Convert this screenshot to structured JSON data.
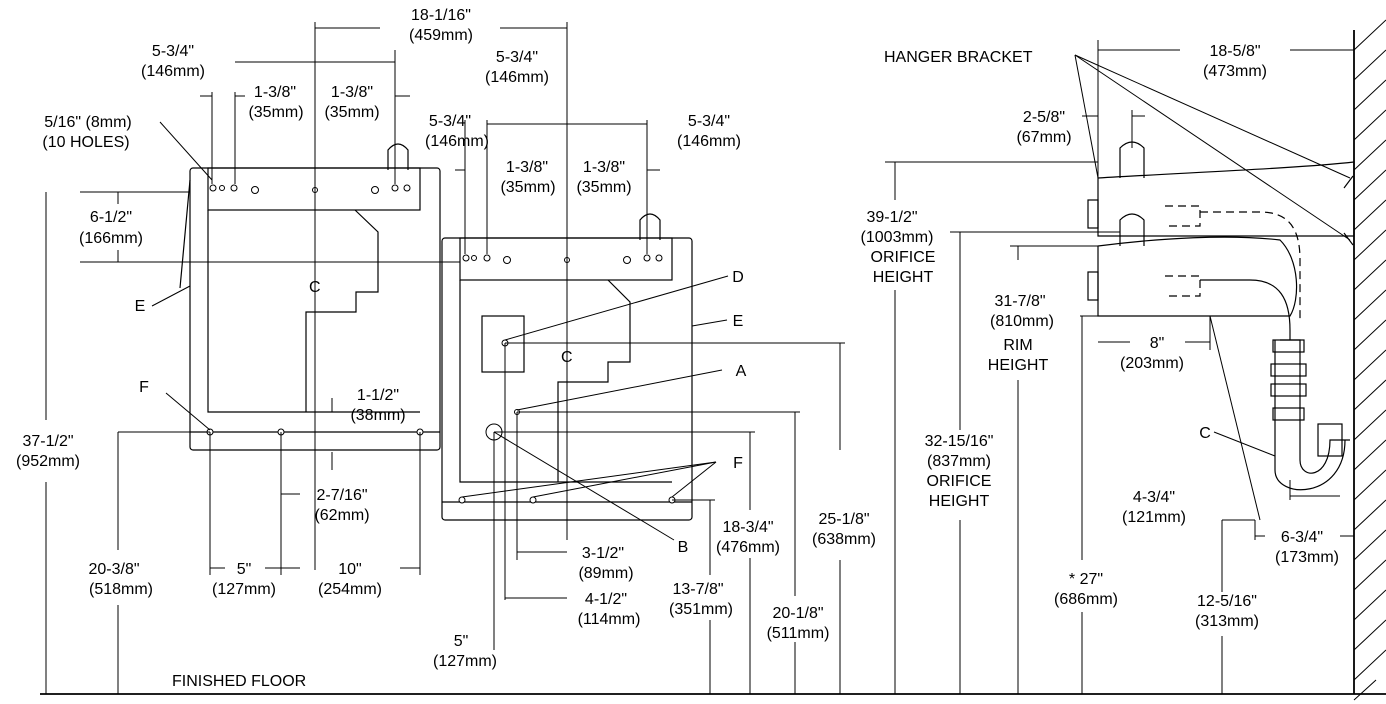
{
  "labels": {
    "dim_18_1_16": "18-1/16\"",
    "dim_459mm": "(459mm)",
    "dim_5_3_4_a": "5-3/4\"",
    "dim_146mm_a": "(146mm)",
    "dim_5_3_4_b": "5-3/4\"",
    "dim_146mm_b": "(146mm)",
    "dim_1_3_8_a": "1-3/8\"",
    "dim_35mm_a": "(35mm)",
    "dim_1_3_8_b": "1-3/8\"",
    "dim_35mm_b": "(35mm)",
    "dim_5_16": "5/16\"  (8mm)",
    "holes_10": "(10 HOLES)",
    "dim_5_3_4_c": "5-3/4\"",
    "dim_146mm_c": "(146mm)",
    "dim_5_3_4_d": "5-3/4\"",
    "dim_146mm_d": "(146mm)",
    "dim_1_3_8_c": "1-3/8\"",
    "dim_35mm_c": "(35mm)",
    "dim_1_3_8_d": "1-3/8\"",
    "dim_35mm_d": "(35mm)",
    "dim_6_1_2": "6-1/2\"",
    "dim_166mm": "(166mm)",
    "cl_1": "C",
    "cl_2": "C",
    "label_e1": "E",
    "label_e2": "E",
    "label_d": "D",
    "label_a": "A",
    "label_f1": "F",
    "label_f2": "F",
    "label_b": "B",
    "label_c": "C",
    "dim_1_1_2": "1-1/2\"",
    "dim_38mm": "(38mm)",
    "dim_37_1_2": "37-1/2\"",
    "dim_952mm": "(952mm)",
    "dim_2_7_16": "2-7/16\"",
    "dim_62mm": "(62mm)",
    "dim_20_3_8": "20-3/8\"",
    "dim_518mm": "(518mm)",
    "dim_5_a": "5\"",
    "dim_127mm_a": "(127mm)",
    "dim_10": "10\"",
    "dim_254mm": "(254mm)",
    "dim_3_1_2": "3-1/2\"",
    "dim_89mm": "(89mm)",
    "dim_4_1_2": "4-1/2\"",
    "dim_114mm": "(114mm)",
    "dim_5_b": "5\"",
    "dim_127mm_b": "(127mm)",
    "dim_18_3_4": "18-3/4\"",
    "dim_476mm": "(476mm)",
    "dim_13_7_8": "13-7/8\"",
    "dim_351mm": "(351mm)",
    "dim_25_1_8": "25-1/8\"",
    "dim_638mm": "(638mm)",
    "dim_20_1_8": "20-1/8\"",
    "dim_511mm": "(511mm)",
    "finished_floor": "FINISHED FLOOR",
    "hanger_bracket": "HANGER BRACKET",
    "dim_18_5_8": "18-5/8\"",
    "dim_473mm": "(473mm)",
    "dim_2_5_8": "2-5/8\"",
    "dim_67mm": "(67mm)",
    "dim_39_1_2": "39-1/2\"",
    "dim_1003mm": "(1003mm)",
    "orifice_1": "ORIFICE",
    "height_1": "HEIGHT",
    "dim_31_7_8": "31-7/8\"",
    "dim_810mm": "(810mm)",
    "rim": "RIM",
    "height_2": "HEIGHT",
    "dim_8": "8\"",
    "dim_203mm": "(203mm)",
    "dim_32_15_16": "32-15/16\"",
    "dim_837mm": "(837mm)",
    "orifice_2": "ORIFICE",
    "height_3": "HEIGHT",
    "dim_4_3_4": "4-3/4\"",
    "dim_121mm": "(121mm)",
    "dim_6_3_4": "6-3/4\"",
    "dim_173mm": "(173mm)",
    "dim_27": "* 27\"",
    "dim_686mm": "(686mm)",
    "dim_12_5_16": "12-5/16\"",
    "dim_313mm": "(313mm)"
  }
}
